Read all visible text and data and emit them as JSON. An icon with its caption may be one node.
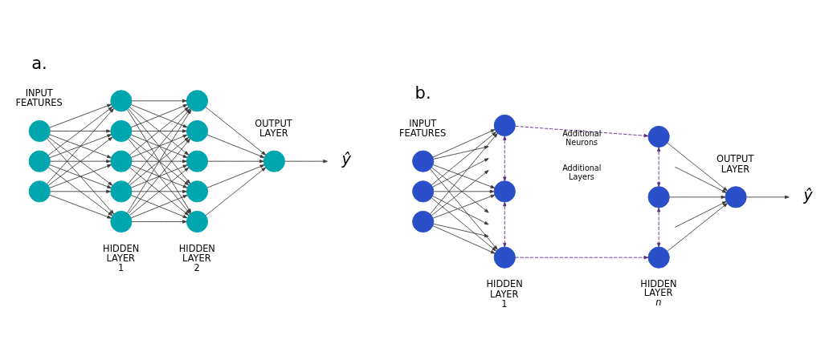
{
  "diagram": {
    "nodes": [
      {
        "text": [],
        "shape": "circle"
      },
      {
        "text": [],
        "shape": "circle"
      },
      {
        "text": [],
        "shape": "circle"
      },
      {
        "text": [],
        "shape": "circle"
      },
      {
        "text": [],
        "shape": "circle"
      },
      {
        "text": [],
        "shape": "circle"
      },
      {
        "text": [],
        "shape": "circle"
      },
      {
        "text": [],
        "shape": "circle"
      },
      {
        "text": [],
        "shape": "circle"
      },
      {
        "text": [],
        "shape": "circle"
      },
      {
        "text": [],
        "shape": "circle"
      },
      {
        "text": [],
        "shape": "circle"
      },
      {
        "text": [],
        "shape": "circle"
      },
      {
        "text": [],
        "shape": "circle"
      },
      {
        "text": [
          "ŷ"
        ]
      },
      {
        "text": [],
        "shape": "circle"
      },
      {
        "text": [],
        "shape": "circle"
      },
      {
        "text": [],
        "shape": "circle"
      },
      {
        "text": [],
        "shape": "circle"
      },
      {
        "text": [],
        "shape": "circle"
      },
      {
        "text": [],
        "shape": "circle"
      },
      {
        "text": [],
        "shape": "circle"
      },
      {
        "text": [],
        "shape": "circle"
      },
      {
        "text": [],
        "shape": "circle"
      },
      {
        "text": [],
        "shape": "circle"
      },
      {
        "text": [
          "ŷ"
        ]
      }
    ],
    "edges": [
      {
        "from": 0,
        "to": 3,
        "arrow": "to"
      },
      {
        "from": 0,
        "to": 4,
        "arrow": "to"
      },
      {
        "from": 0,
        "to": 5,
        "arrow": "to"
      },
      {
        "from": 0,
        "to": 6,
        "arrow": "to"
      },
      {
        "from": 0,
        "to": 7,
        "arrow": "to"
      },
      {
        "from": 1,
        "to": 3,
        "arrow": "to"
      },
      {
        "from": 1,
        "to": 4,
        "arrow": "to"
      },
      {
        "from": 1,
        "to": 5,
        "arrow": "to"
      },
      {
        "from": 1,
        "to": 6,
        "arrow": "to"
      },
      {
        "from": 1,
        "to": 7,
        "arrow": "to"
      },
      {
        "from": 2,
        "to": 3,
        "arrow": "to"
      },
      {
        "from": 2,
        "to": 4,
        "arrow": "to"
      },
      {
        "from": 2,
        "to": 5,
        "arrow": "to"
      },
      {
        "from": 2,
        "to": 6,
        "arrow": "to"
      },
      {
        "from": 2,
        "to": 7,
        "arrow": "to"
      },
      {
        "from": 3,
        "to": 8,
        "arrow": "to"
      },
      {
        "from": 3,
        "to": 9,
        "arrow": "to"
      },
      {
        "from": 3,
        "to": 10,
        "arrow": "to"
      },
      {
        "from": 3,
        "to": 11,
        "arrow": "to"
      },
      {
        "from": 3,
        "to": 12,
        "arrow": "to"
      },
      {
        "from": 4,
        "to": 8,
        "arrow": "to"
      },
      {
        "from": 4,
        "to": 9,
        "arrow": "to"
      },
      {
        "from": 4,
        "to": 10,
        "arrow": "to"
      },
      {
        "from": 4,
        "to": 11,
        "arrow": "to"
      },
      {
        "from": 4,
        "to": 12,
        "arrow": "to"
      },
      {
        "from": 5,
        "to": 8,
        "arrow": "to"
      },
      {
        "from": 5,
        "to": 9,
        "arrow": "to"
      },
      {
        "from": 5,
        "to": 10,
        "arrow": "to"
      },
      {
        "from": 5,
        "to": 11,
        "arrow": "to"
      },
      {
        "from": 5,
        "to": 12,
        "arrow": "to"
      },
      {
        "from": 6,
        "to": 8,
        "arrow": "to"
      },
      {
        "from": 6,
        "to": 9,
        "arrow": "to"
      },
      {
        "from": 6,
        "to": 10,
        "arrow": "to"
      },
      {
        "from": 6,
        "to": 11,
        "arrow": "to"
      },
      {
        "from": 6,
        "to": 12,
        "arrow": "to"
      },
      {
        "from": 7,
        "to": 8,
        "arrow": "to"
      },
      {
        "from": 7,
        "to": 9,
        "arrow": "to"
      },
      {
        "from": 7,
        "to": 10,
        "arrow": "to"
      },
      {
        "from": 7,
        "to": 11,
        "arrow": "to"
      },
      {
        "from": 7,
        "to": 12,
        "arrow": "to"
      },
      {
        "from": 8,
        "to": 13,
        "arrow": "to"
      },
      {
        "from": 9,
        "to": 13,
        "arrow": "to"
      },
      {
        "from": 10,
        "to": 13,
        "arrow": "to"
      },
      {
        "from": 11,
        "to": 13,
        "arrow": "to"
      },
      {
        "from": 12,
        "to": 13,
        "arrow": "to"
      },
      {
        "from": 13,
        "to": 14,
        "arrow": "to"
      },
      {
        "from": 15,
        "to": 18,
        "arrow": "to"
      },
      {
        "from": 15,
        "to": null,
        "arrow": "to"
      },
      {
        "from": 15,
        "to": 19,
        "arrow": "to"
      },
      {
        "from": 15,
        "to": null,
        "arrow": "to"
      },
      {
        "from": 15,
        "to": 20,
        "arrow": "to"
      },
      {
        "from": 16,
        "to": 18,
        "arrow": "to"
      },
      {
        "from": 16,
        "to": null,
        "arrow": "to"
      },
      {
        "from": 16,
        "to": 19,
        "arrow": "to"
      },
      {
        "from": 16,
        "to": null,
        "arrow": "to"
      },
      {
        "from": 16,
        "to": 20,
        "arrow": "to"
      },
      {
        "from": 17,
        "to": 18,
        "arrow": "to"
      },
      {
        "from": 17,
        "to": null,
        "arrow": "to"
      },
      {
        "from": 17,
        "to": 19,
        "arrow": "to"
      },
      {
        "from": 17,
        "to": null,
        "arrow": "to"
      },
      {
        "from": 17,
        "to": 20,
        "arrow": "to"
      },
      {
        "from": 18,
        "to": 21,
        "arrow": "to",
        "style": "dashed",
        "color": "#5b2a86"
      },
      {
        "from": 20,
        "to": 23,
        "arrow": "to",
        "style": "dashed",
        "color": "#5b2a86"
      },
      {
        "from": 18,
        "to": 19,
        "arrow": "both",
        "style": "dashed",
        "color": "#5b2a86"
      },
      {
        "from": 19,
        "to": 20,
        "arrow": "both",
        "style": "dashed",
        "color": "#5b2a86"
      },
      {
        "from": 21,
        "to": 22,
        "arrow": "both",
        "style": "dashed",
        "color": "#5b2a86"
      },
      {
        "from": 22,
        "to": 23,
        "arrow": "both",
        "style": "dashed",
        "color": "#5b2a86"
      },
      {
        "from": 21,
        "to": 24,
        "arrow": "to"
      },
      {
        "from": null,
        "to": 24,
        "arrow": "to"
      },
      {
        "from": 22,
        "to": 24,
        "arrow": "to"
      },
      {
        "from": null,
        "to": 24,
        "arrow": "to"
      },
      {
        "from": 23,
        "to": 24,
        "arrow": "to"
      },
      {
        "from": 24,
        "to": 25,
        "arrow": "to"
      }
    ],
    "labels": [
      "a.",
      "INPUT FEATURES",
      "OUTPUT LAYER",
      "HIDDEN LAYER 1",
      "HIDDEN LAYER 2",
      "b.",
      "INPUT FEATURES",
      "Additional Neurons",
      "Additional Layers",
      "OUTPUT LAYER",
      "HIDDEN LAYER 1",
      "HIDDEN LAYER *n*"
    ]
  }
}
